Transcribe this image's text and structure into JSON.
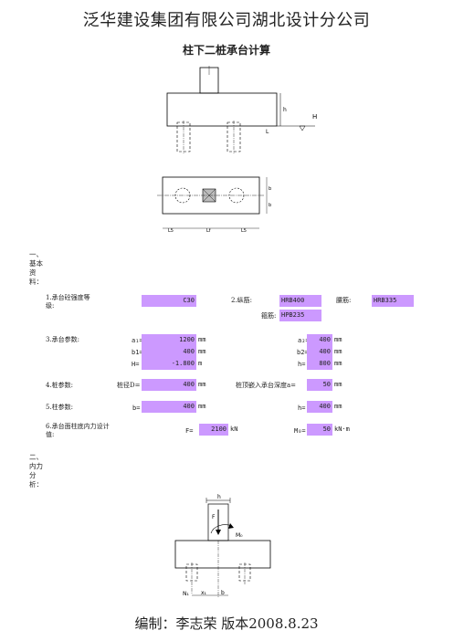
{
  "header": {
    "company": "泛华建设集团有限公司湖北设计分公司",
    "title": "柱下二桩承台计算"
  },
  "diagram1": {
    "label_h": "h",
    "label_H": "H",
    "label_L": "L"
  },
  "diagram2": {
    "label_b1": "b",
    "label_b2": "b",
    "dim_left": "L5",
    "dim_mid": "Lf",
    "dim_right": "L5"
  },
  "sections": {
    "basic": "一、基本资料：",
    "internal": "二、内力分析："
  },
  "item1": {
    "label": "1.承台砼强度等级:",
    "concrete": "C30",
    "long_label": "2.纵筋:",
    "long_value": "HRB400",
    "waist_label": "腰筋:",
    "waist_value": "HRB335",
    "stirrup_label": "箍筋:",
    "stirrup_value": "HPB235"
  },
  "item3": {
    "label": "3.承台参数:",
    "a1_label": "a₁=",
    "a1_value": "1200",
    "a1_unit": "mm",
    "b1_label": "b1=",
    "b1_value": "400",
    "b1_unit": "mm",
    "H_label": "H=",
    "H_value": "-1.800",
    "H_unit": "m",
    "a2_label": "a₂=",
    "a2_value": "400",
    "a2_unit": "mm",
    "b2_label": "b2=",
    "b2_value": "400",
    "b2_unit": "mm",
    "h_label": "h=",
    "h_value": "800",
    "h_unit": "mm"
  },
  "item4": {
    "label": "4.桩参数:",
    "d_label": "桩径D=",
    "d_value": "400",
    "d_unit": "mm",
    "embed_label": "桩顶嵌入承台深度a=",
    "embed_value": "50",
    "embed_unit": "mm"
  },
  "item5": {
    "label": "5.柱参数:",
    "b_label": "b=",
    "b_value": "400",
    "b_unit": "mm",
    "h_label": "h=",
    "h_value": "400",
    "h_unit": "mm"
  },
  "item6": {
    "label": "6.承台面柱底内力设计值:",
    "F_label": "F=",
    "F_value": "2100",
    "F_unit": "kN",
    "M_label": "M₀=",
    "M_value": "50",
    "M_unit": "kN·m"
  },
  "diagram3": {
    "label_h": "h",
    "label_F": "F",
    "label_M": "M₀",
    "label_N": "N₁",
    "label_x": "x₁",
    "label_b": "b"
  },
  "footer": {
    "text": "编制：李志荣   版本2008.8.23"
  }
}
